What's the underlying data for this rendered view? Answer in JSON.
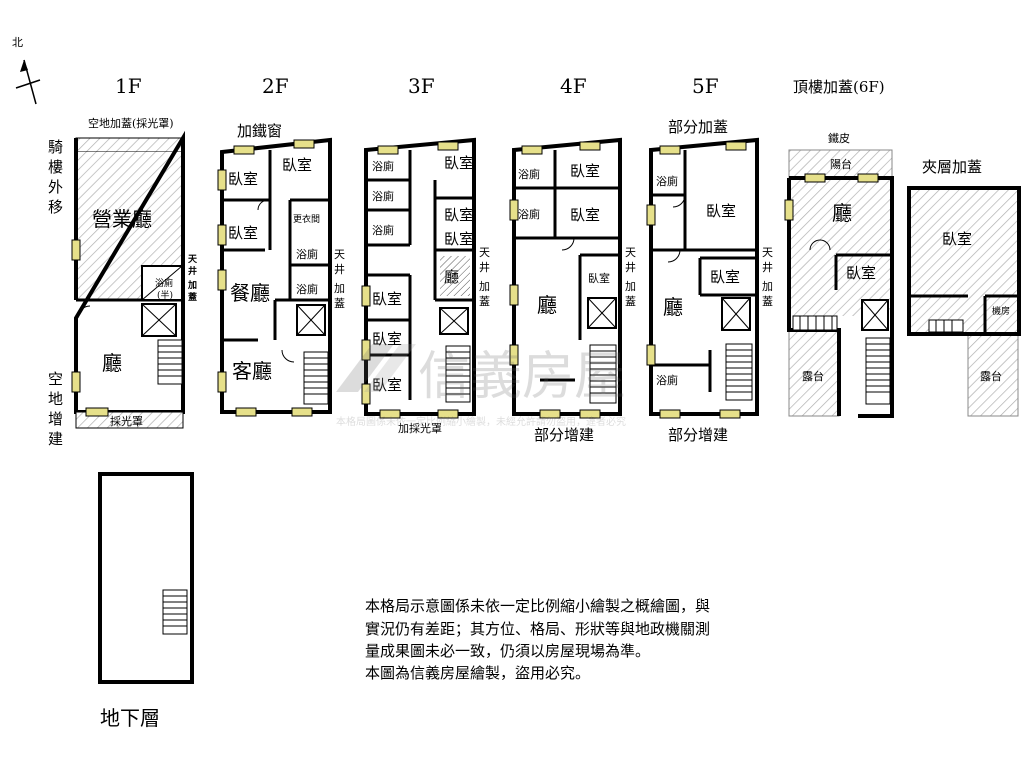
{
  "compass": {
    "label": "北"
  },
  "floors": {
    "f1": {
      "title": "1F",
      "top_note": "空地加蓋(採光罩)",
      "side_note": "騎樓外移",
      "side_note2": "空地增建",
      "rooms": [
        "營業廳",
        "浴廁",
        "廳",
        "採光罩"
      ],
      "shaft_note": "天井加蓋",
      "bath_marker": "(半)"
    },
    "f2": {
      "title": "2F",
      "top_note": "加鐵窗",
      "rooms": [
        "臥室",
        "臥室",
        "臥室",
        "更衣間",
        "浴廁",
        "浴廁",
        "餐廳",
        "客廳"
      ],
      "side_note": "天井加蓋"
    },
    "f3": {
      "title": "3F",
      "rooms": [
        "浴廁",
        "臥室",
        "浴廁",
        "臥室",
        "浴廁",
        "臥室",
        "廳",
        "臥室",
        "臥室",
        "臥室"
      ],
      "side_note": "天井加蓋",
      "bottom_note": "加採光罩"
    },
    "f4": {
      "title": "4F",
      "rooms": [
        "浴廁",
        "臥室",
        "浴廁",
        "臥室",
        "臥室",
        "廳"
      ],
      "side_note": "天井加蓋",
      "bottom_note": "部分增建"
    },
    "f5": {
      "title": "5F",
      "top_note": "部分加蓋",
      "rooms": [
        "浴廁",
        "臥室",
        "臥室",
        "廳",
        "浴廁"
      ],
      "side_note": "天井加蓋",
      "bottom_note": "部分增建"
    },
    "f6": {
      "title": "頂樓加蓋(6F)",
      "top_note": "鐵皮",
      "rooms": [
        "陽台",
        "廳",
        "臥室",
        "露台"
      ]
    },
    "mezz": {
      "title": "夾層加蓋",
      "rooms": [
        "臥室",
        "機房",
        "露台"
      ]
    },
    "basement": {
      "title": "地下層"
    }
  },
  "disclaimer": [
    "本格局示意圖係未依一定比例縮小繪製之概繪圖，與",
    "實況仍有差距；其方位、格局、形狀等與地政機關測",
    "量成果圖未必一致，仍須以房屋現場為準。",
    "本圖為信義房屋繪製，盜用必究。"
  ],
  "watermark": {
    "brand": "信義房屋",
    "caption": "本格局圖係未依一定比例縮小繪製，未經允許請勿盜用，違者必究"
  }
}
